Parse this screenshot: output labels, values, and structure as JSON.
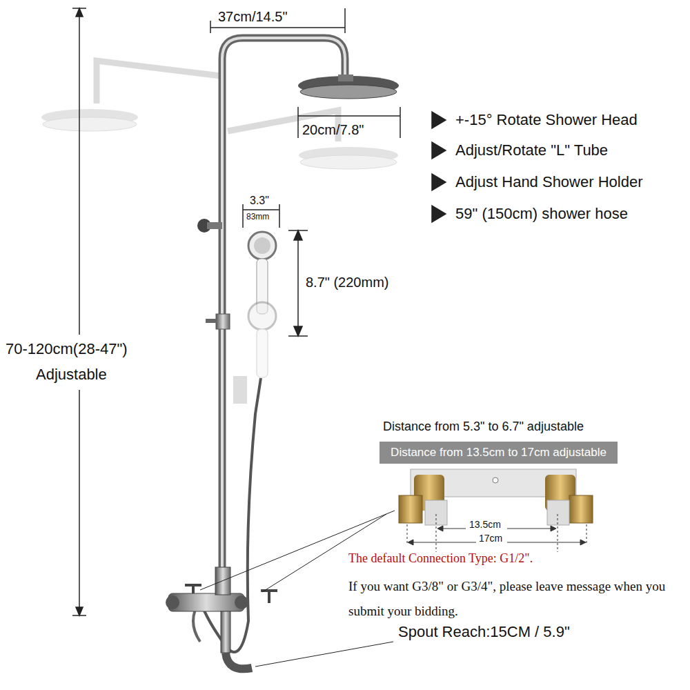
{
  "diagram": {
    "nodes": [
      {
        "text": [
          "Distance from 13.5cm to 17cm adjustable"
        ]
      }
    ],
    "labels": [
      "37cm/14.5\"",
      "20cm/7.8\"",
      "+-15° Rotate Shower Head",
      "Adjust/Rotate \"L\" Tube",
      "Adjust Hand Shower Holder",
      "59\" (150cm) shower hose",
      "3.3\"",
      "83mm",
      "8.7\" (220mm)",
      "70-120cm(28-47\")",
      "Adjustable",
      "Distance from 5.3\" to 6.7\" adjustable",
      "13.5cm",
      "17cm",
      "The default Connection Type: G1/2\".",
      "If you want G3/8\" or G3/4\", please leave message when you submit your bidding.",
      "Spout Reach:15CM / 5.9\""
    ]
  }
}
